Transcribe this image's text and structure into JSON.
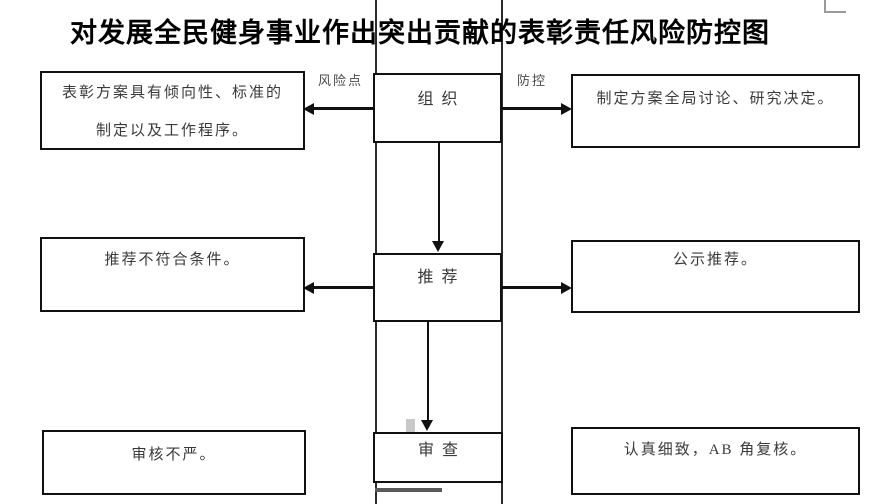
{
  "title": "对发展全民健身事业作出突出贡献的表彰责任风险防控图",
  "column_labels": {
    "risk": "风险点",
    "control": "防控"
  },
  "stages": [
    {
      "name": "组织",
      "risk_lines": [
        "表彰方案具有倾向性、标准的",
        "制定以及工作程序。"
      ],
      "control": "制定方案全局讨论、研究决定。"
    },
    {
      "name": "推荐",
      "risk_lines": [
        "推荐不符合条件。"
      ],
      "control": "公示推荐。"
    },
    {
      "name": "审查",
      "risk_lines": [
        "审核不严。"
      ],
      "control": "认真细致，AB 角复核。"
    }
  ],
  "colors": {
    "background": "#ffffff",
    "line": "#111111",
    "corridor_line": "#2b2b2b",
    "text": "#3a3a3a",
    "title_text": "#000000",
    "artifact_gray": "#c9c9c9",
    "corner_mark_gray": "#9a9a9a"
  }
}
